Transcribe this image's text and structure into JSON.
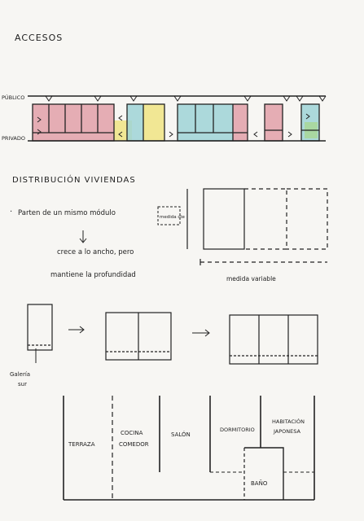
{
  "headings": {
    "accesos": "ACCESOS",
    "distribucion": "DISTRIBUCIÓN VIVIENDAS"
  },
  "accesos_labels": {
    "publico": "PÚBLICO",
    "privado": "PRIVADO"
  },
  "distribucion_notes": {
    "line1": "Parten de un mismo módulo",
    "modulo_box": "medida cte",
    "line2": "crece a lo ancho, pero",
    "line3": "mantiene la profundidad",
    "medida_variable": "medida variable"
  },
  "sequence": {
    "galeria_line1": "Galería",
    "galeria_line2": "sur"
  },
  "plan_rooms": {
    "terraza": "TERRAZA",
    "cocina_line1": "COCINA",
    "cocina_line2": "COMEDOR",
    "salon": "SALÓN",
    "dormitorio": "DORMITORIO",
    "habitacion_line1": "HABITACIÓN",
    "habitacion_line2": "JAPONESA",
    "bano": "BAÑO"
  },
  "colors": {
    "ink": "#222222",
    "red": "#e2a0a8",
    "yellow": "#efe68a",
    "cyan": "#9fd3d6",
    "green": "#a9d69a",
    "paper": "#f7f6f3"
  }
}
